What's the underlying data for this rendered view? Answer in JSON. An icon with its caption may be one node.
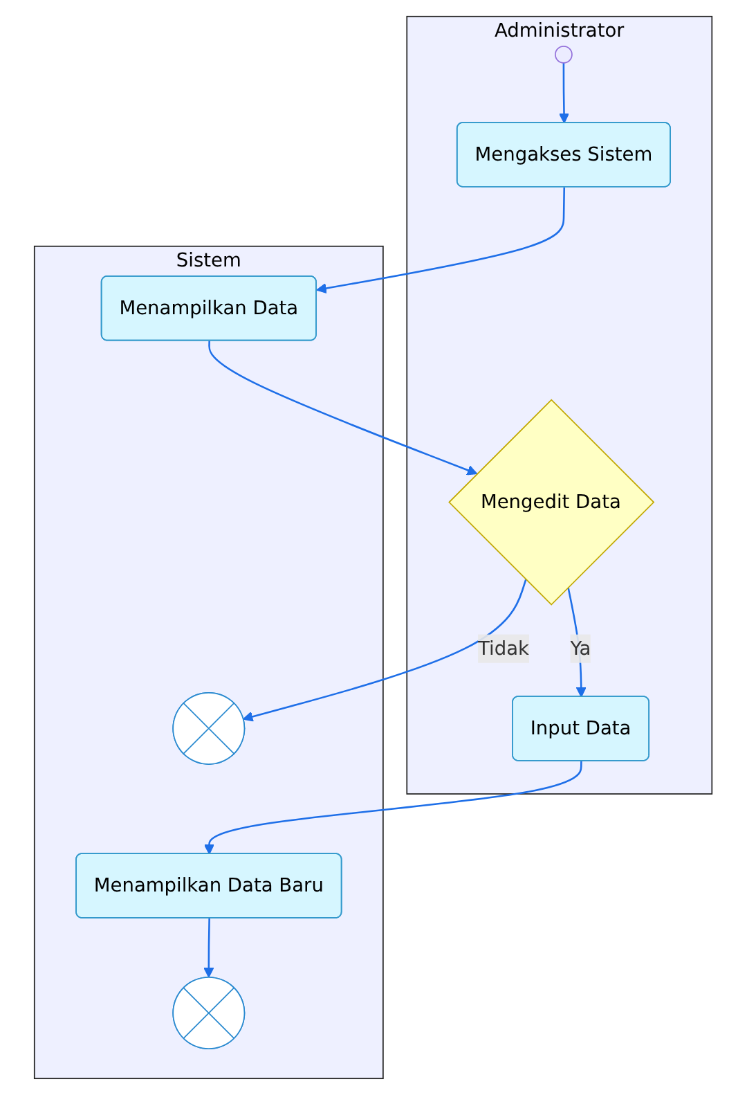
{
  "diagram": {
    "nodes": [
      {
        "text": [
          "Administrator"
        ]
      },
      {
        "text": [
          "Sistem"
        ]
      },
      {
        "text": [],
        "shape": "circle",
        "in": 0
      },
      {
        "text": [
          "Mengakses Sistem"
        ],
        "in": 0
      },
      {
        "text": [
          "Menampilkan Data"
        ],
        "in": 1
      },
      {
        "text": [
          "Mengedit Data"
        ],
        "in": 0
      },
      {
        "text": [],
        "shape": "circle",
        "in": 1
      },
      {
        "text": [
          "Input Data"
        ],
        "in": 0
      },
      {
        "text": [
          "Menampilkan Data Baru"
        ],
        "in": 1
      },
      {
        "text": [],
        "shape": "circle",
        "in": 1
      }
    ],
    "edges": [
      {
        "from": 2,
        "to": 3,
        "arrow": "to"
      },
      {
        "from": 3,
        "to": 4,
        "arrow": "to"
      },
      {
        "from": 4,
        "to": 5,
        "arrow": "to"
      },
      {
        "from": 5,
        "to": 6,
        "label": "Tidak",
        "arrow": "to"
      },
      {
        "from": 5,
        "to": 7,
        "label": "Ya",
        "arrow": "to"
      },
      {
        "from": 7,
        "to": 8,
        "arrow": "to"
      },
      {
        "from": 8,
        "to": 9,
        "arrow": "to"
      }
    ]
  }
}
